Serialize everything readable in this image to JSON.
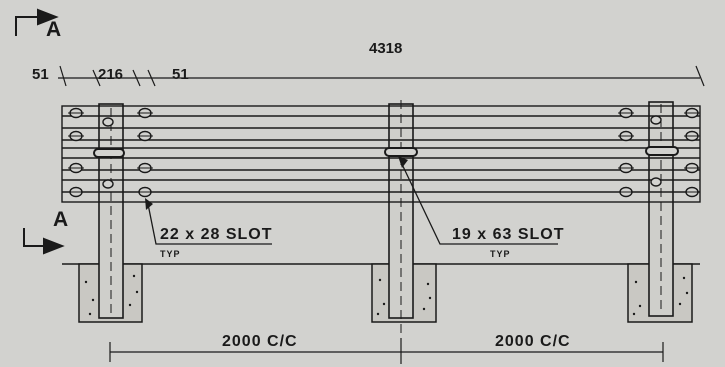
{
  "dimensions": {
    "overall_length": "4318",
    "edge_left": "51",
    "post_width": "216",
    "edge_right": "51",
    "spacing_left": "2000 C/C",
    "spacing_right": "2000 C/C"
  },
  "section_markers": {
    "top": "A",
    "bottom": "A"
  },
  "callouts": {
    "slot_small": "22 x 28 SLOT",
    "slot_small_note": "TYP",
    "slot_large": "19 x 63 SLOT",
    "slot_large_note": "TYP"
  },
  "colors": {
    "background": "#d2d2cf",
    "line": "#1a1a1a",
    "footing": "#c9c8c3"
  }
}
